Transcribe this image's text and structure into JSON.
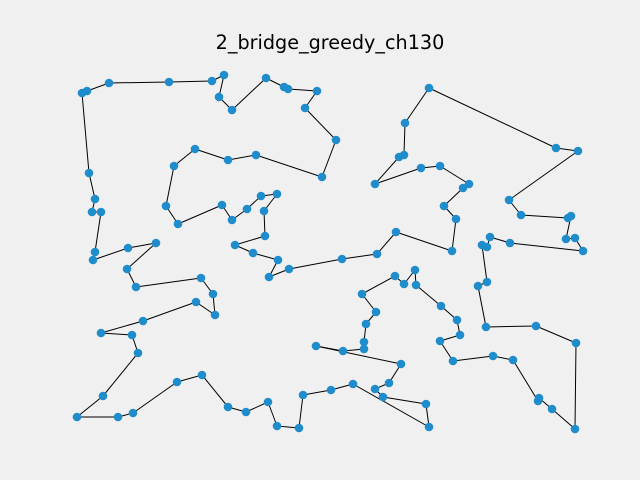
{
  "chart_data": {
    "type": "scatter",
    "title": "2_bridge_greedy_ch130",
    "xlabel": "",
    "ylabel": "",
    "axes_visible": false,
    "grid": false,
    "legend": "none",
    "colors": {
      "background": "#f0f0f0",
      "node": "#1f8ccb",
      "edge": "#000000"
    },
    "xlim": [
      40,
      640
    ],
    "ylim": [
      0,
      480
    ],
    "points": [
      [
        429,
        88
      ],
      [
        556,
        148
      ],
      [
        578,
        151
      ],
      [
        509,
        200
      ],
      [
        521,
        215
      ],
      [
        568,
        218
      ],
      [
        571,
        216
      ],
      [
        566,
        239
      ],
      [
        575,
        238
      ],
      [
        583,
        251
      ],
      [
        510,
        243
      ],
      [
        490,
        237
      ],
      [
        487,
        247
      ],
      [
        482,
        245
      ],
      [
        487,
        282
      ],
      [
        478,
        286
      ],
      [
        486,
        327
      ],
      [
        536,
        326
      ],
      [
        576,
        343
      ],
      [
        575,
        429
      ],
      [
        552,
        409
      ],
      [
        539,
        398
      ],
      [
        538,
        401
      ],
      [
        513,
        360
      ],
      [
        493,
        356
      ],
      [
        453,
        361
      ],
      [
        440,
        341
      ],
      [
        460,
        335
      ],
      [
        457,
        320
      ],
      [
        441,
        306
      ],
      [
        416,
        285
      ],
      [
        415,
        270
      ],
      [
        404,
        284
      ],
      [
        395,
        276
      ],
      [
        362,
        294
      ],
      [
        376,
        312
      ],
      [
        366,
        324
      ],
      [
        364,
        342
      ],
      [
        364,
        349
      ],
      [
        343,
        351
      ],
      [
        316,
        346
      ],
      [
        401,
        364
      ],
      [
        389,
        383
      ],
      [
        375,
        389
      ],
      [
        383,
        397
      ],
      [
        426,
        404
      ],
      [
        429,
        427
      ],
      [
        353,
        384
      ],
      [
        331,
        390
      ],
      [
        303,
        395
      ],
      [
        299,
        428
      ],
      [
        277,
        426
      ],
      [
        268,
        402
      ],
      [
        246,
        412
      ],
      [
        228,
        407
      ],
      [
        202,
        375
      ],
      [
        177,
        382
      ],
      [
        133,
        413
      ],
      [
        118,
        417
      ],
      [
        77,
        417
      ],
      [
        103,
        396
      ],
      [
        138,
        353
      ],
      [
        132,
        335
      ],
      [
        101,
        333
      ],
      [
        143,
        321
      ],
      [
        196,
        302
      ],
      [
        215,
        315
      ],
      [
        213,
        294
      ],
      [
        201,
        278
      ],
      [
        136,
        287
      ],
      [
        127,
        269
      ],
      [
        156,
        243
      ],
      [
        128,
        248
      ],
      [
        93,
        260
      ],
      [
        95,
        252
      ],
      [
        101,
        212
      ],
      [
        92,
        212
      ],
      [
        95,
        199
      ],
      [
        89,
        173
      ],
      [
        82,
        93
      ],
      [
        87,
        91
      ],
      [
        109,
        83
      ],
      [
        169,
        82
      ],
      [
        212,
        81
      ],
      [
        224,
        75
      ],
      [
        219,
        97
      ],
      [
        232,
        110
      ],
      [
        266,
        78
      ],
      [
        284,
        87
      ],
      [
        288,
        89
      ],
      [
        317,
        91
      ],
      [
        305,
        108
      ],
      [
        336,
        140
      ],
      [
        322,
        177
      ],
      [
        256,
        155
      ],
      [
        228,
        160
      ],
      [
        195,
        149
      ],
      [
        174,
        166
      ],
      [
        166,
        206
      ],
      [
        178,
        224
      ],
      [
        222,
        205
      ],
      [
        232,
        220
      ],
      [
        247,
        209
      ],
      [
        261,
        196
      ],
      [
        277,
        194
      ],
      [
        264,
        211
      ],
      [
        265,
        236
      ],
      [
        235,
        245
      ],
      [
        253,
        253
      ],
      [
        278,
        260
      ],
      [
        269,
        277
      ],
      [
        289,
        269
      ],
      [
        342,
        259
      ],
      [
        377,
        254
      ],
      [
        396,
        232
      ],
      [
        452,
        251
      ],
      [
        456,
        219
      ],
      [
        444,
        206
      ],
      [
        463,
        188
      ],
      [
        469,
        184
      ],
      [
        440,
        166
      ],
      [
        421,
        168
      ],
      [
        375,
        184
      ],
      [
        399,
        157
      ],
      [
        404,
        155
      ],
      [
        405,
        123
      ]
    ]
  }
}
